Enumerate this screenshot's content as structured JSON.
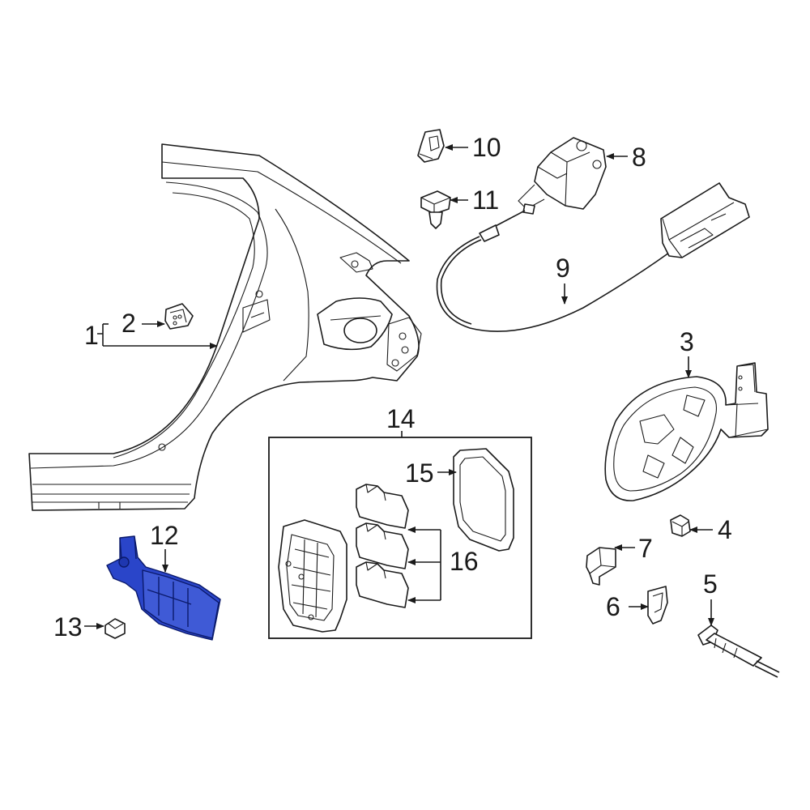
{
  "diagram": {
    "highlight_color": "#2a45c9",
    "line_color": "#1a1a1a",
    "callouts": {
      "c1": "1",
      "c2": "2",
      "c3": "3",
      "c4": "4",
      "c5": "5",
      "c6": "6",
      "c7": "7",
      "c8": "8",
      "c9": "9",
      "c10": "10",
      "c11": "11",
      "c12": "12",
      "c13": "13",
      "c14": "14",
      "c15": "15",
      "c16": "16"
    },
    "highlighted_part": "12"
  }
}
